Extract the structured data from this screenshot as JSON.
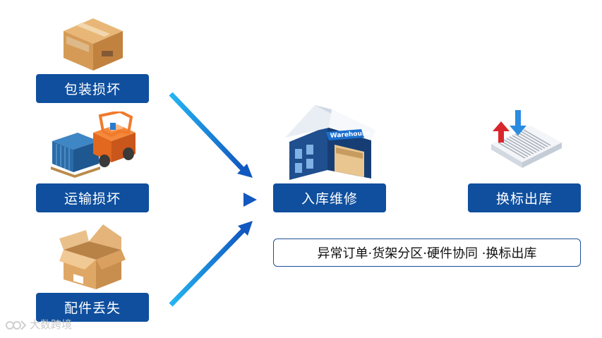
{
  "sources": [
    {
      "label": "包装损坏",
      "icon": "damaged-box-icon"
    },
    {
      "label": "运输损坏",
      "icon": "forklift-container-icon"
    },
    {
      "label": "配件丢失",
      "icon": "open-box-icon"
    }
  ],
  "hub": {
    "label": "入库维修",
    "icon": "warehouse-icon",
    "sign": "Warehouse"
  },
  "relabel": {
    "label": "换标出库",
    "icon": "barcode-arrows-icon"
  },
  "caption": "异常订单·货架分区·硬件协同 ·换标出库",
  "watermark": "大数跨境",
  "colors": {
    "box": "#0f4f9e",
    "arrow": "#1a73d9"
  }
}
